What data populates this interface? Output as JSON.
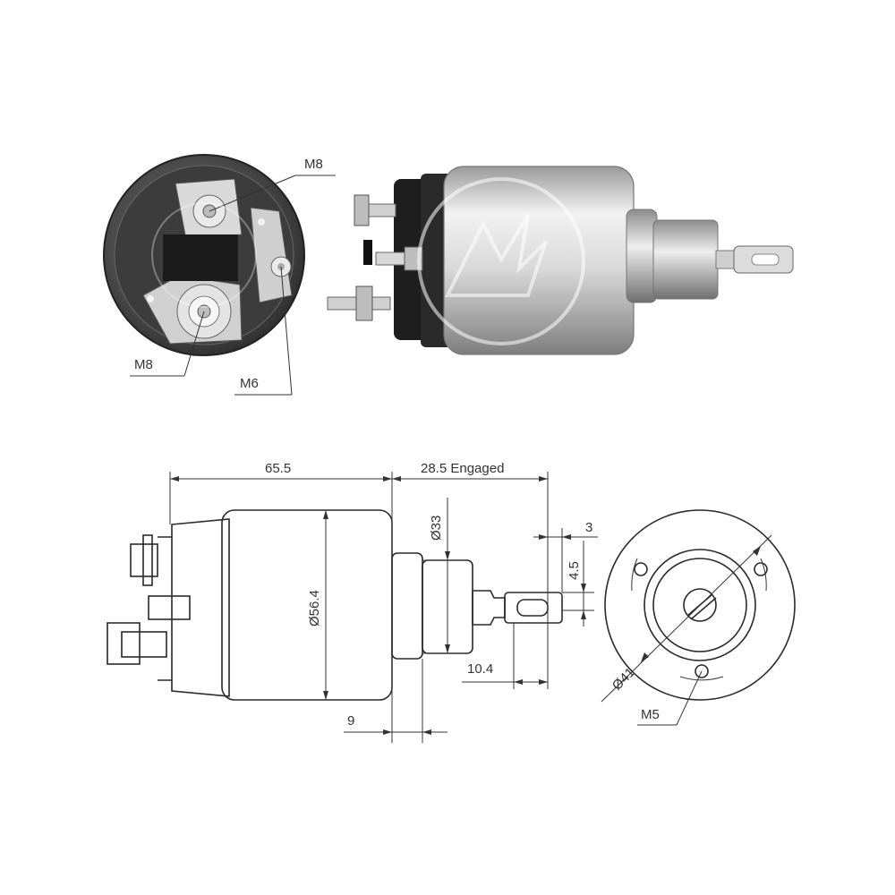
{
  "photo_labels": {
    "top_terminal": "M8",
    "bottom_terminal": "M8",
    "small_terminal": "M6"
  },
  "dimensions": {
    "body_length": "65.5",
    "engaged_travel": "28.5 Engaged",
    "body_diameter": "Ø56.4",
    "nose_diameter": "Ø33",
    "flange_step": "9",
    "plunger_offset": "10.4",
    "slot_width": "3",
    "slot_height": "4.5",
    "bolt_circle": "Ø41",
    "mount_thread": "M5"
  },
  "colors": {
    "line": "#333333",
    "metal_light": "#e6e6e6",
    "metal_dark": "#8a8a8a",
    "cap_black": "#1e1e1e"
  },
  "icons": [
    "watermark-logo-icon"
  ]
}
